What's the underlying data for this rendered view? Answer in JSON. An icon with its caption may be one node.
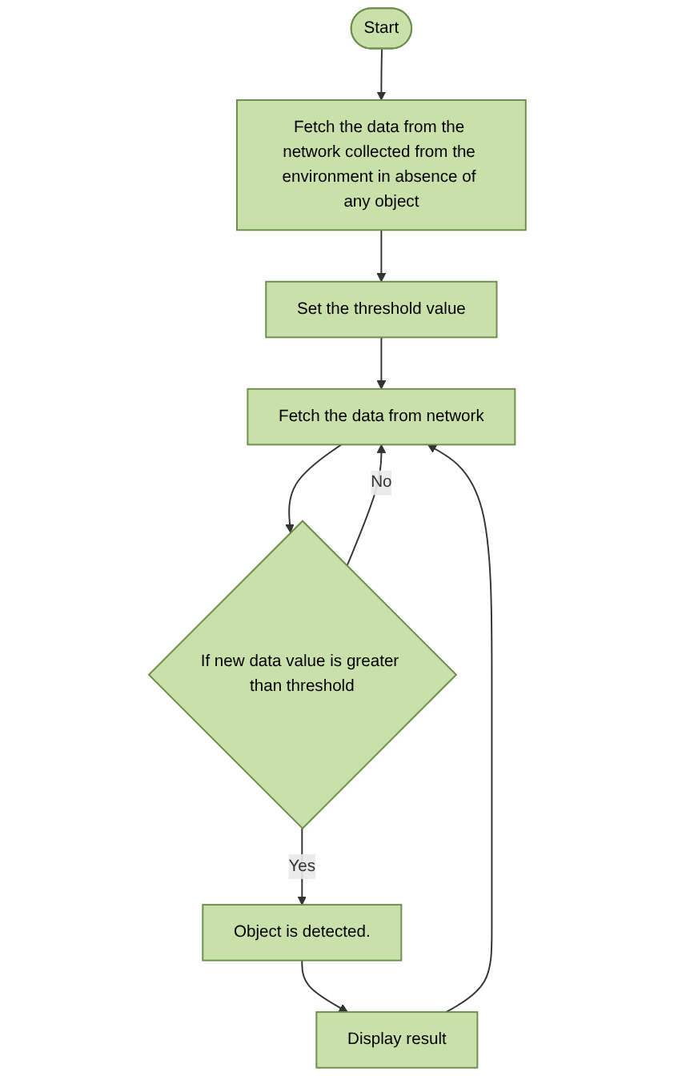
{
  "diagram": {
    "nodes": [
      {
        "text": [
          "Start"
        ]
      },
      {
        "text": [
          "Fetch the data from the network collected from the environment in absence of any object"
        ]
      },
      {
        "text": [
          "Set the threshold value"
        ]
      },
      {
        "text": [
          "Fetch the data from network"
        ]
      },
      {
        "text": [
          "If new data value is greater than threshold"
        ]
      },
      {
        "text": [
          "Object is detected."
        ]
      },
      {
        "text": [
          "Display result"
        ]
      }
    ],
    "edges": [
      {
        "from": 0,
        "to": 1,
        "arrow": "to"
      },
      {
        "from": 1,
        "to": 2,
        "arrow": "to"
      },
      {
        "from": 2,
        "to": 3,
        "arrow": "to"
      },
      {
        "from": 3,
        "to": 4,
        "arrow": "to"
      },
      {
        "from": 4,
        "to": 3,
        "arrow": "to",
        "label": "No"
      },
      {
        "from": 4,
        "to": 5,
        "arrow": "to",
        "label": "Yes"
      },
      {
        "from": 5,
        "to": 6,
        "arrow": "to"
      },
      {
        "from": 6,
        "to": 3,
        "arrow": "to"
      }
    ]
  }
}
